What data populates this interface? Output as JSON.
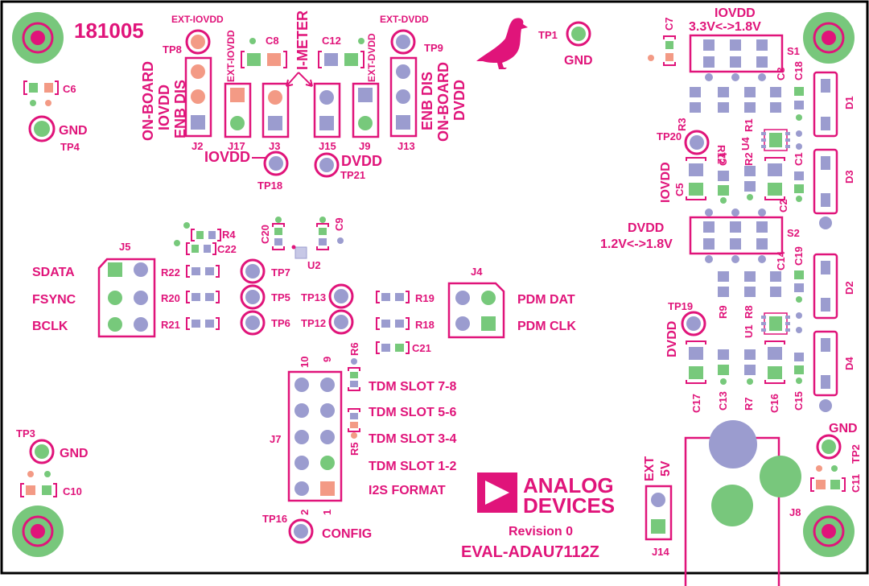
{
  "board": {
    "number": "181005",
    "product": "EVAL-ADAU7112Z",
    "revision": "Revision 0",
    "company_line1": "ANALOG",
    "company_line2": "DEVICES"
  },
  "colors": {
    "silk": "#e0147a",
    "pad_green": "#77c97b",
    "pad_purple": "#9b9ccf",
    "pad_pink": "#f39a85",
    "mount_green": "#78c77c"
  },
  "labels": {
    "tp8": "TP8",
    "ext_iovdd_top": "EXT-IOVDD",
    "ext_iovdd_side": "EXT-IOVDD",
    "c8": "C8",
    "imeter": "I-METER",
    "c12": "C12",
    "ext_dvdd_top": "EXT-DVDD",
    "ext_dvdd_side": "EXT-DVDD",
    "tp9": "TP9",
    "tp1": "TP1",
    "gnd_tp1": "GND",
    "c6": "C6",
    "gnd_tp4": "GND",
    "tp4": "TP4",
    "onboard_iovdd_1": "ON-BOARD",
    "onboard_iovdd_2": "IOVDD",
    "onboard_iovdd_3": "ENB DIS",
    "onboard_dvdd_1": "ENB DIS",
    "onboard_dvdd_2": "ON-BOARD",
    "onboard_dvdd_3": "DVDD",
    "j2": "J2",
    "j17": "J17",
    "j3": "J3",
    "j15": "J15",
    "j9": "J9",
    "j13": "J13",
    "iovdd": "IOVDD",
    "tp18": "TP18",
    "dvdd": "DVDD",
    "tp21": "TP21",
    "r4": "R4",
    "c22": "C22",
    "c20": "C20",
    "c9": "C9",
    "u2": "U2",
    "j5": "J5",
    "sdata": "SDATA",
    "fsync": "FSYNC",
    "bclk": "BCLK",
    "r22": "R22",
    "r20": "R20",
    "r21": "R21",
    "tp7": "TP7",
    "tp5": "TP5",
    "tp6": "TP6",
    "tp13": "TP13",
    "tp12": "TP12",
    "r19": "R19",
    "r18": "R18",
    "c21": "C21",
    "j4": "J4",
    "pdm_dat": "PDM DAT",
    "pdm_clk": "PDM CLK",
    "pin10": "10",
    "pin9": "9",
    "r6": "R6",
    "r5": "R5",
    "j7": "J7",
    "pin2": "2",
    "pin1": "1",
    "tdm78": "TDM SLOT 7-8",
    "tdm56": "TDM SLOT 5-6",
    "tdm34": "TDM SLOT 3-4",
    "tdm12": "TDM SLOT 1-2",
    "i2s": "I2S FORMAT",
    "tp16": "TP16",
    "config": "CONFIG",
    "tp3": "TP3",
    "gnd_tp3": "GND",
    "c10": "C10",
    "ext5v_1": "EXT",
    "ext5v_2": "5V",
    "j14": "J14",
    "j8": "J8",
    "gnd_tp2": "GND",
    "tp2": "TP2",
    "c11": "C11",
    "iovdd_rng_1": "IOVDD",
    "iovdd_rng_2": "3.3V<->1.8V",
    "c7": "C7",
    "s1": "S1",
    "c3": "C3",
    "c18": "C18",
    "d1": "D1",
    "r3": "R3",
    "r12": "R12",
    "r1": "R1",
    "u4": "U4",
    "tp20": "TP20",
    "iovdd_v": "IOVDD",
    "c5": "C5",
    "c4": "C4",
    "r2": "R2",
    "c1": "C1",
    "d3": "D3",
    "c2": "C2",
    "dvdd_rng_1": "DVDD",
    "dvdd_rng_2": "1.2V<->1.8V",
    "s2": "S2",
    "c14": "C14",
    "c19": "C19",
    "d2": "D2",
    "r9": "R9",
    "r8": "R8",
    "u1": "U1",
    "tp19": "TP19",
    "dvdd_v": "DVDD",
    "r7": "R7",
    "c17": "C17",
    "c13": "C13",
    "c16": "C16",
    "c15": "C15",
    "d4": "D4"
  }
}
